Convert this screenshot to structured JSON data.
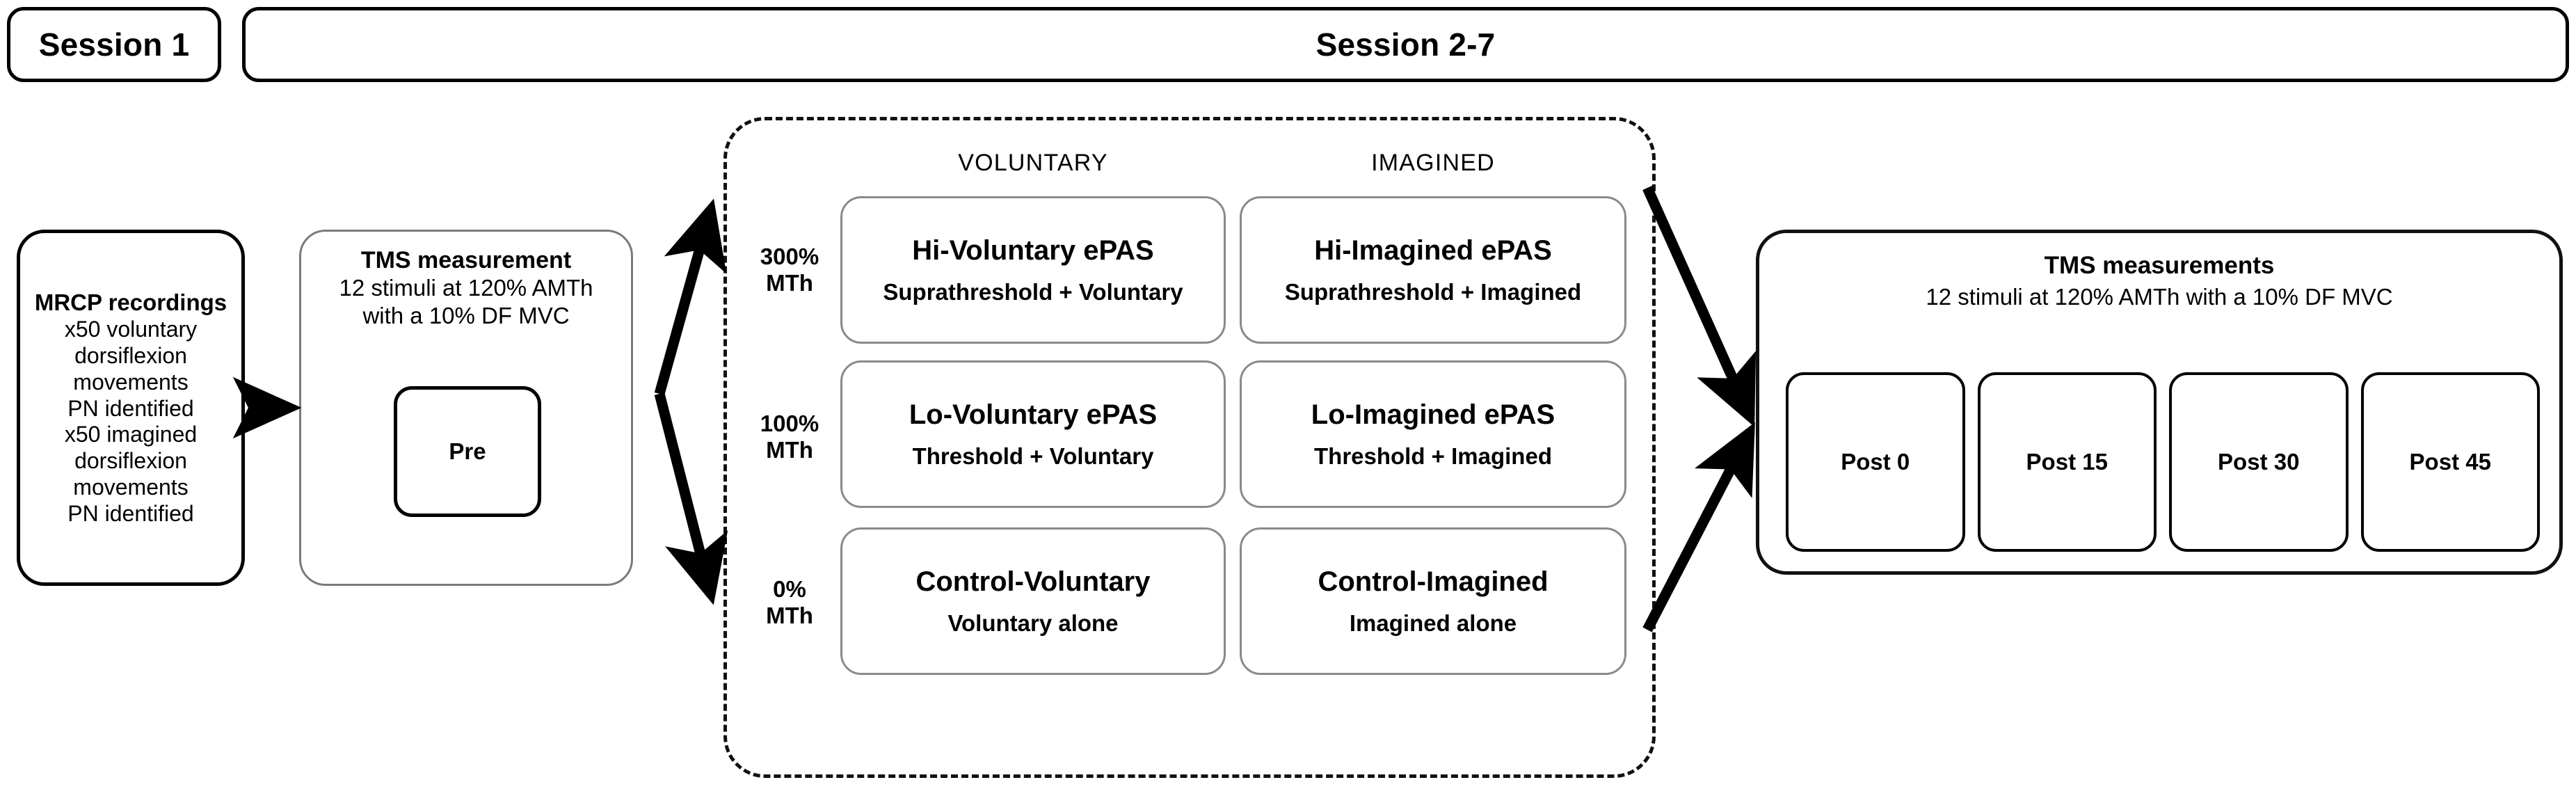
{
  "header": {
    "session1": "Session 1",
    "session2_7": "Session 2-7"
  },
  "mrcp": {
    "title": "MRCP recordings",
    "lines": [
      "x50 voluntary",
      "dorsiflexion",
      "movements",
      "PN identified",
      "x50 imagined",
      "dorsiflexion",
      "movements",
      "PN identified"
    ]
  },
  "tms_pre": {
    "title": "TMS measurement",
    "sub1": "12 stimuli at 120% AMTh",
    "sub2": "with a 10% DF MVC",
    "pre_label": "Pre"
  },
  "intervention": {
    "column_headers": [
      "VOLUNTARY",
      "IMAGINED"
    ],
    "row_labels": [
      {
        "percent": "300%",
        "unit": "MTh"
      },
      {
        "percent": "100%",
        "unit": "MTh"
      },
      {
        "percent": "0%",
        "unit": "MTh"
      }
    ],
    "cells": [
      {
        "title": "Hi-Voluntary ePAS",
        "sub": "Suprathreshold + Voluntary"
      },
      {
        "title": "Hi-Imagined ePAS",
        "sub": "Suprathreshold + Imagined"
      },
      {
        "title": "Lo-Voluntary ePAS",
        "sub": "Threshold + Voluntary"
      },
      {
        "title": "Lo-Imagined ePAS",
        "sub": "Threshold + Imagined"
      },
      {
        "title": "Control-Voluntary",
        "sub": "Voluntary alone"
      },
      {
        "title": "Control-Imagined",
        "sub": "Imagined alone"
      }
    ]
  },
  "tms_post": {
    "title": "TMS measurements",
    "sub": "12 stimuli at 120% AMTh with a 10% DF MVC",
    "posts": [
      "Post 0",
      "Post 15",
      "Post 30",
      "Post 45"
    ]
  },
  "colors": {
    "stroke": "#111111",
    "light_stroke": "#8a8a8a",
    "background": "#ffffff"
  }
}
